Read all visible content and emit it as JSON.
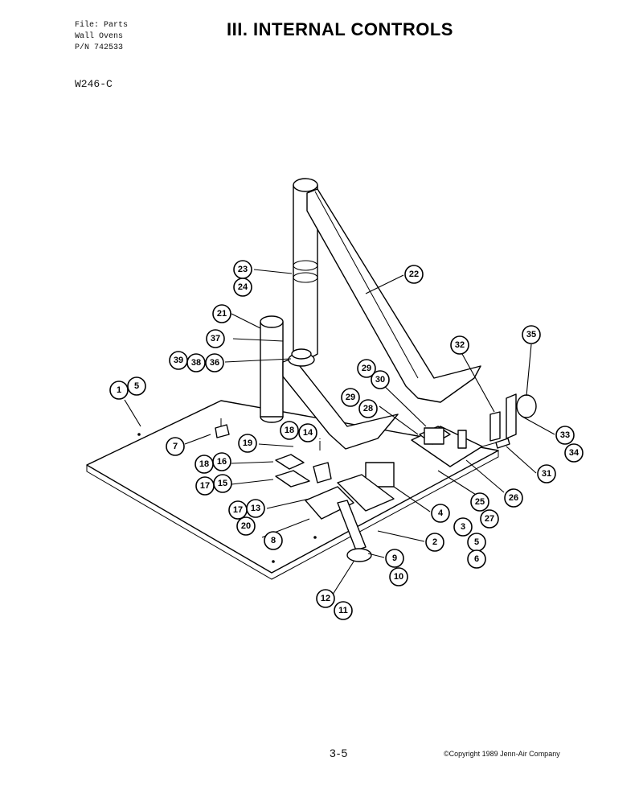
{
  "header": {
    "file_lines": [
      "File: Parts",
      "Wall Ovens",
      "P/N 742533"
    ],
    "title": "III. INTERNAL CONTROLS",
    "model": "W246-C"
  },
  "footer": {
    "page_number": "3-5",
    "copyright": "©Copyright 1989 Jenn-Air Company"
  },
  "callouts": [
    {
      "id": "c1",
      "label": "1"
    },
    {
      "id": "c5a",
      "label": "5"
    },
    {
      "id": "c7",
      "label": "7"
    },
    {
      "id": "c18a",
      "label": "18"
    },
    {
      "id": "c16",
      "label": "16"
    },
    {
      "id": "c17a",
      "label": "17"
    },
    {
      "id": "c15",
      "label": "15"
    },
    {
      "id": "c17b",
      "label": "17"
    },
    {
      "id": "c13",
      "label": "13"
    },
    {
      "id": "c20",
      "label": "20"
    },
    {
      "id": "c8",
      "label": "8"
    },
    {
      "id": "c19",
      "label": "19"
    },
    {
      "id": "c18b",
      "label": "18"
    },
    {
      "id": "c14",
      "label": "14"
    },
    {
      "id": "c23",
      "label": "23"
    },
    {
      "id": "c24",
      "label": "24"
    },
    {
      "id": "c22",
      "label": "22"
    },
    {
      "id": "c21",
      "label": "21"
    },
    {
      "id": "c37",
      "label": "37"
    },
    {
      "id": "c39",
      "label": "39"
    },
    {
      "id": "c38",
      "label": "38"
    },
    {
      "id": "c36",
      "label": "36"
    },
    {
      "id": "c29a",
      "label": "29"
    },
    {
      "id": "c30",
      "label": "30"
    },
    {
      "id": "c29b",
      "label": "29"
    },
    {
      "id": "c28",
      "label": "28"
    },
    {
      "id": "c32",
      "label": "32"
    },
    {
      "id": "c35",
      "label": "35"
    },
    {
      "id": "c33",
      "label": "33"
    },
    {
      "id": "c34",
      "label": "34"
    },
    {
      "id": "c31",
      "label": "31"
    },
    {
      "id": "c4",
      "label": "4"
    },
    {
      "id": "c3",
      "label": "3"
    },
    {
      "id": "c25",
      "label": "25"
    },
    {
      "id": "c27",
      "label": "27"
    },
    {
      "id": "c26",
      "label": "26"
    },
    {
      "id": "c2",
      "label": "2"
    },
    {
      "id": "c5b",
      "label": "5"
    },
    {
      "id": "c6",
      "label": "6"
    },
    {
      "id": "c9",
      "label": "9"
    },
    {
      "id": "c10",
      "label": "10"
    },
    {
      "id": "c12",
      "label": "12"
    },
    {
      "id": "c11",
      "label": "11"
    }
  ]
}
